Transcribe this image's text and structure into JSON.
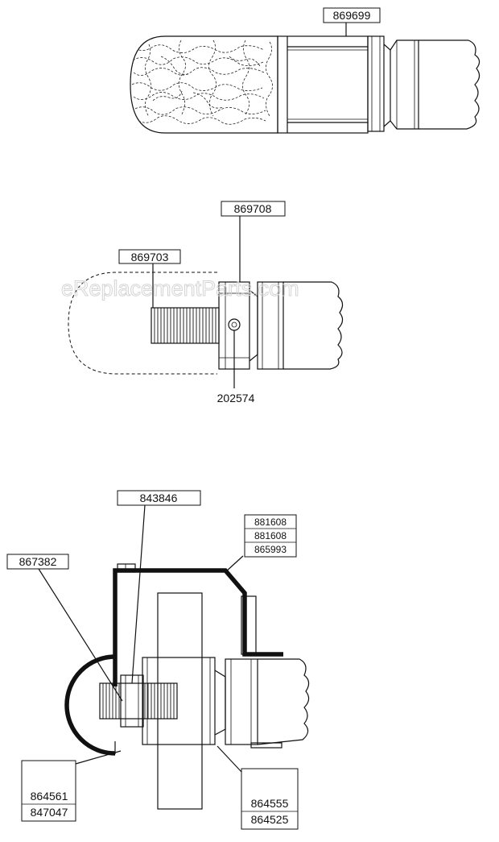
{
  "watermark": "eReplacementParts.com",
  "parts": {
    "top": {
      "part_869699": "869699"
    },
    "middle": {
      "part_869708": "869708",
      "part_869703": "869703",
      "part_202574": "202574"
    },
    "bottom": {
      "part_843846": "843846",
      "part_867382": "867382",
      "stack_right": [
        "881608",
        "881608",
        "865993"
      ],
      "stack_lower_left": [
        "864561",
        "847047"
      ],
      "stack_lower_right": [
        "864555",
        "864525"
      ]
    }
  }
}
